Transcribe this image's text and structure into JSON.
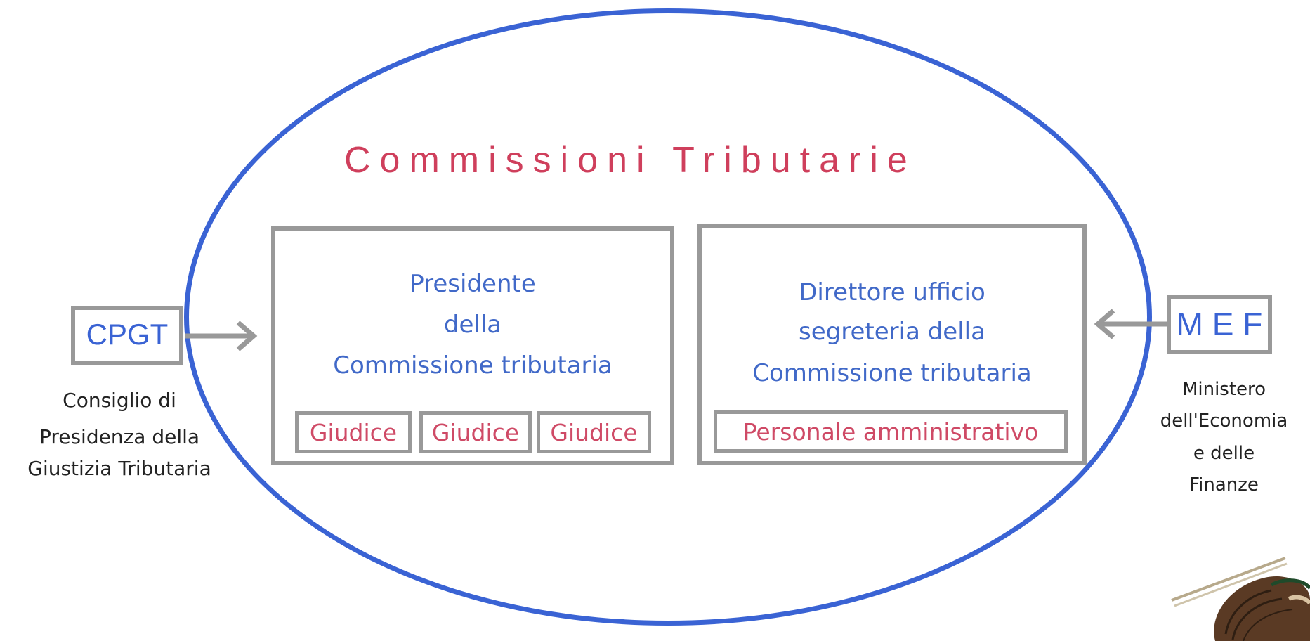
{
  "diagram": {
    "title": "Commissioni Tributarie",
    "left_panel": {
      "heading_lines": [
        "Presidente",
        "della",
        "Commissione tributaria"
      ],
      "members": [
        "Giudice",
        "Giudice",
        "Giudice"
      ]
    },
    "right_panel": {
      "heading_lines": [
        "Direttore ufficio",
        "segreteria della",
        "Commissione tributaria"
      ],
      "member": "Personale amministrativo"
    },
    "left_entity": {
      "acronym": "CPGT",
      "description_lines": [
        "Consiglio di",
        "Presidenza della",
        "Giustizia Tributaria"
      ]
    },
    "right_entity": {
      "acronym": "M E F",
      "description_lines": [
        "Ministero",
        "dell'Economia",
        "e delle",
        "Finanze"
      ]
    },
    "colors": {
      "ellipse": "#3a63d4",
      "title": "#cf3f5c",
      "heading": "#4169c8",
      "member": "#cf4a66",
      "box_border": "#999999",
      "arrow": "#999999"
    }
  }
}
